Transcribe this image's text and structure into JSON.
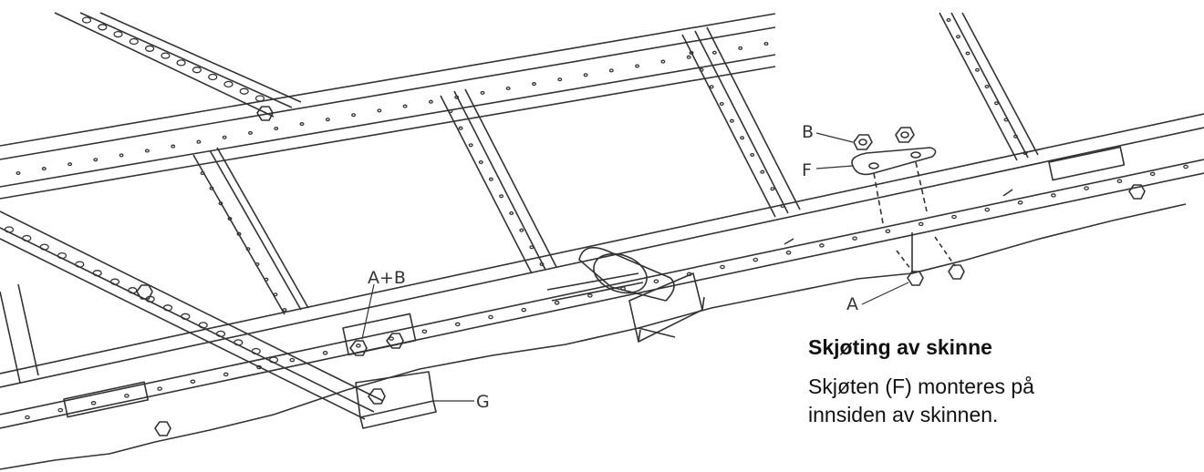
{
  "labels": {
    "a_plus_b": "A+B",
    "b": "B",
    "f": "F",
    "a": "A",
    "g": "G"
  },
  "caption": {
    "title": "Skjøting av skinne",
    "body": "Skjøten (F) monteres på innsiden av skinnen."
  },
  "colors": {
    "line": "#333333",
    "text": "#111111",
    "background": "#ffffff"
  }
}
